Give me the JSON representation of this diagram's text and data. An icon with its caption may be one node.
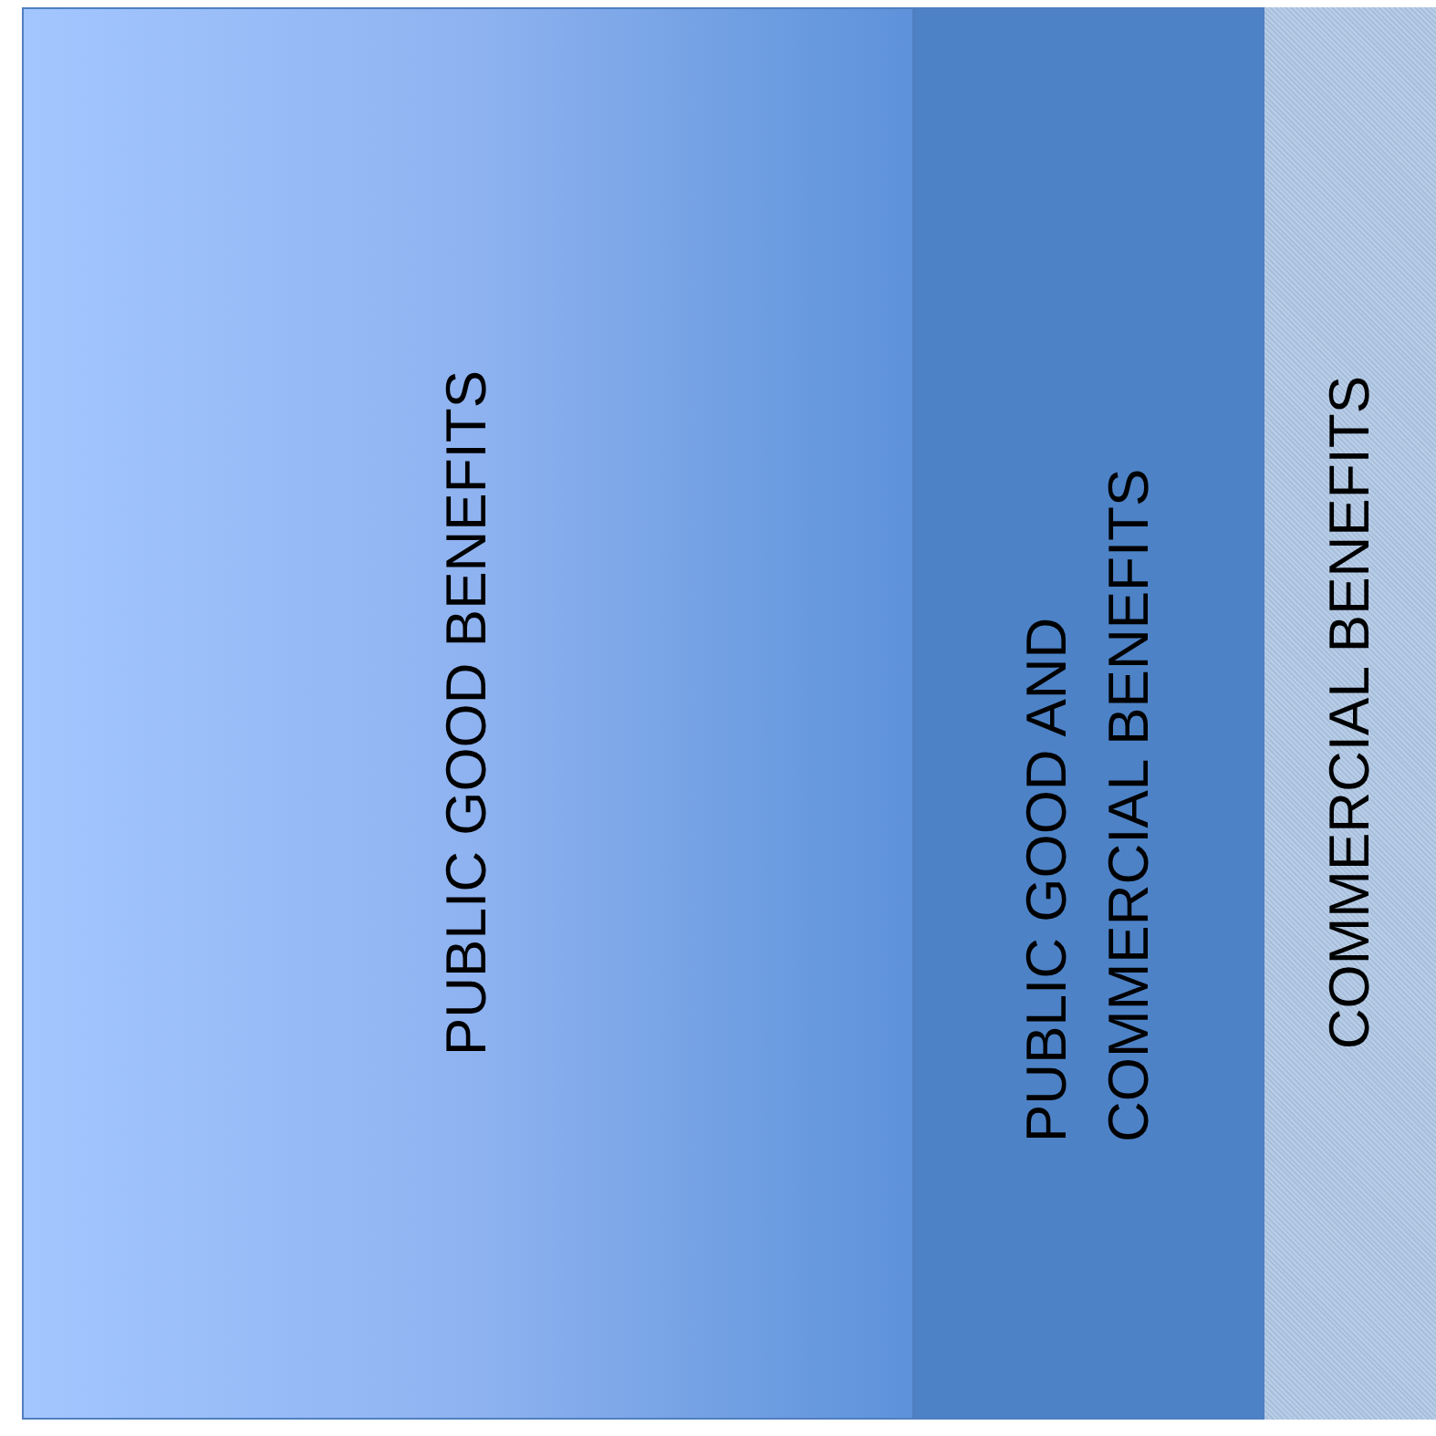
{
  "diagram": {
    "nodes": [
      {
        "text": [
          "PUBLIC GOOD BENEFITS"
        ]
      },
      {
        "text": [
          "PUBLIC GOOD AND COMMERCIAL BENEFITS"
        ]
      },
      {
        "text": [
          "COMMERCIAL BENEFITS"
        ]
      }
    ]
  }
}
